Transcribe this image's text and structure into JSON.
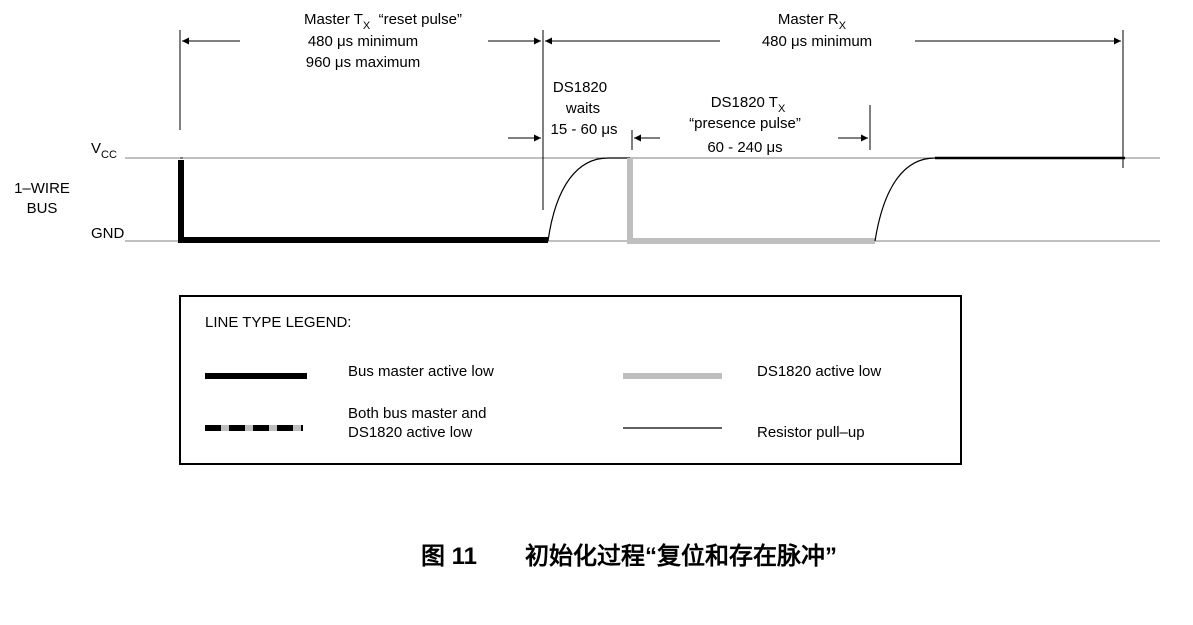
{
  "labels": {
    "master_tx": {
      "prefix": "Master T",
      "sub": "X",
      "suffix": "  “reset pulse”"
    },
    "master_tx_min": "480 μs minimum",
    "master_tx_max": "960 μs maximum",
    "master_rx": {
      "prefix": "Master R",
      "sub": "X"
    },
    "master_rx_min": "480 μs minimum",
    "ds_waits_1": "DS1820",
    "ds_waits_2": "waits",
    "ds_waits_3": "15 - 60 μs",
    "ds_tx": {
      "prefix": "DS1820 T",
      "sub": "X"
    },
    "presence_pulse": "“presence pulse”",
    "presence_time": "60 - 240 μs",
    "vcc": {
      "prefix": "V",
      "sub": "CC"
    },
    "gnd": "GND",
    "bus_1": "1–WIRE",
    "bus_2": "BUS"
  },
  "legend": {
    "title": "LINE TYPE LEGEND:",
    "items": [
      {
        "style": "bus-master",
        "label": [
          "Bus master active low"
        ]
      },
      {
        "style": "ds1820",
        "label": [
          "DS1820 active low"
        ]
      },
      {
        "style": "both",
        "label": [
          "Both bus master and",
          "DS1820 active low"
        ]
      },
      {
        "style": "pullup",
        "label": [
          "Resistor pull–up"
        ]
      }
    ]
  },
  "caption": "图 11　　初始化过程“复位和存在脉冲”",
  "colors": {
    "master_line": "#000000",
    "ds_line": "#bfbfbf",
    "rule": "#808080"
  }
}
